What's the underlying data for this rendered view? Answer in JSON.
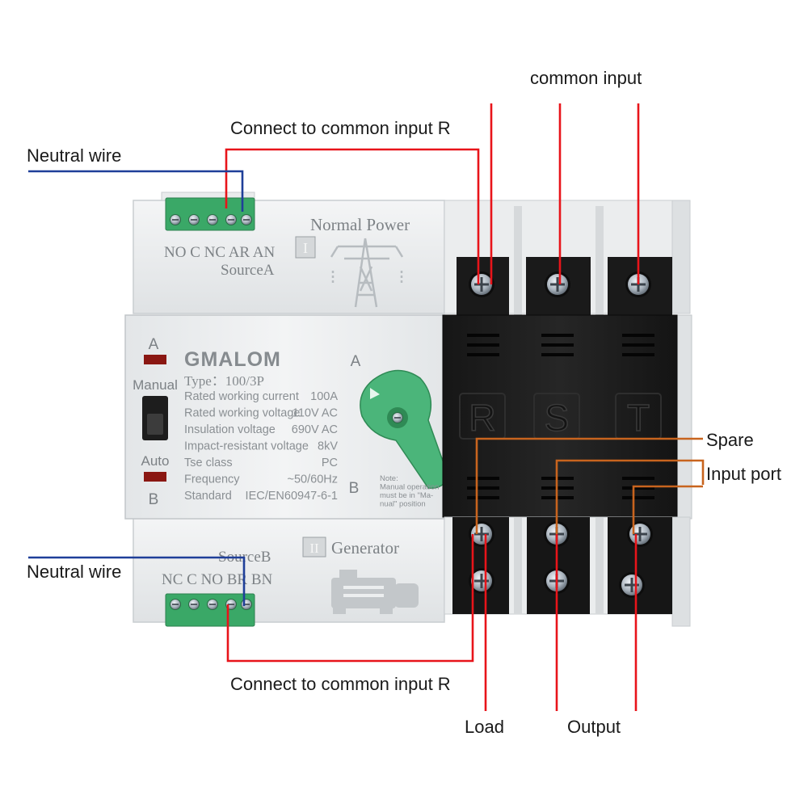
{
  "callouts": {
    "common_input": "common input",
    "connect_common_r_top": "Connect to common input R",
    "neutral_wire_top": "Neutral wire",
    "spare": "Spare",
    "input_port": "Input port",
    "neutral_wire_bottom": "Neutral wire",
    "connect_common_r_bottom": "Connect to common input R",
    "load": "Load",
    "output": "Output"
  },
  "device": {
    "brand": "GMALOM",
    "type": "Type：100/3P",
    "specs": [
      {
        "label": "Rated working current",
        "value": "100A"
      },
      {
        "label": "Rated working voltage",
        "value": "110V AC"
      },
      {
        "label": "Insulation voltage",
        "value": "690V AC"
      },
      {
        "label": "Impact-resistant voltage",
        "value": "8kV"
      },
      {
        "label": "Tse class",
        "value": "PC"
      },
      {
        "label": "Frequency",
        "value": "~50/60Hz"
      },
      {
        "label": "Standard",
        "value": "IEC/EN60947-6-1"
      }
    ],
    "indicator_a": "A",
    "indicator_b": "B",
    "manual_label": "Manual",
    "auto_label": "Auto",
    "knob_a": "A",
    "knob_b": "B",
    "note": [
      "Note:",
      "Manual operation",
      "must be in \"Ma-",
      "nual\" position"
    ],
    "phases": [
      "R",
      "S",
      "T"
    ],
    "source_a": {
      "terminals": "NO C NC AR AN",
      "name": "SourceA",
      "roman": "I",
      "title": "Normal Power"
    },
    "source_b": {
      "terminals": "NC C NO BR BN",
      "name": "SourceB",
      "roman": "II",
      "title": "Generator"
    }
  },
  "colors": {
    "red_wire": "#e8141a",
    "blue_wire": "#1f3f99",
    "orange_wire": "#c8641e",
    "body": "#e9ebec",
    "black_block": "#1b1b1b",
    "terminal_green": "#3aa867",
    "knob_green": "#4bb57a"
  }
}
